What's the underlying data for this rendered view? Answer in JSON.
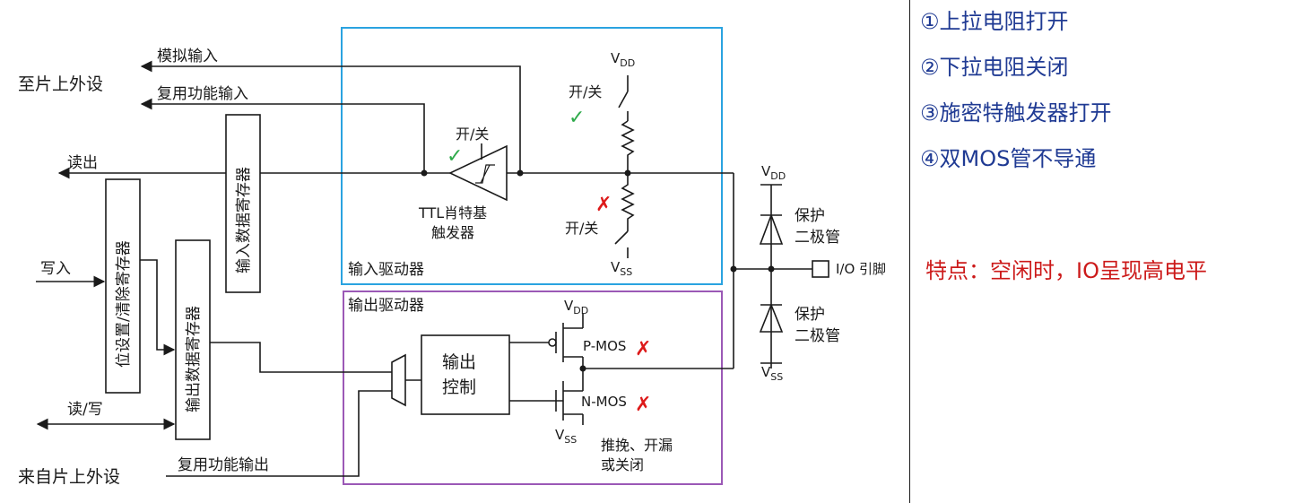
{
  "left_labels": {
    "to_peripheral": "至片上外设",
    "from_peripheral": "来自片上外设",
    "analog_in": "模拟输入",
    "af_in": "复用功能输入",
    "read": "读出",
    "write": "写入",
    "read_write": "读/写",
    "af_out": "复用功能输出"
  },
  "registers": {
    "input_data": "输入数据寄存器",
    "bit_set_reset": "位设置/清除寄存器",
    "output_data": "输出数据寄存器"
  },
  "input_driver": {
    "title": "输入驱动器",
    "schmitt_line1": "TTL肖特基",
    "schmitt_line2": "触发器",
    "switch_label": "开/关",
    "pullup_switch": "开/关",
    "pulldown_switch": "开/关",
    "vdd": "V",
    "vdd_sub": "DD",
    "vss": "V",
    "vss_sub": "SS"
  },
  "output_driver": {
    "title": "输出驱动器",
    "ctrl_line1": "输出",
    "ctrl_line2": "控制",
    "pmos": "P-MOS",
    "nmos": "N-MOS",
    "mode_line1": "推挽、开漏",
    "mode_line2": "或关闭",
    "vdd": "V",
    "vdd_sub": "DD",
    "vss": "V",
    "vss_sub": "SS"
  },
  "protection": {
    "diode_top_line1": "保护",
    "diode_top_line2": "二极管",
    "diode_bot_line1": "保护",
    "diode_bot_line2": "二极管",
    "vdd": "V",
    "vdd_sub": "DD",
    "vss": "V",
    "vss_sub": "SS",
    "pin_label": "I/O 引脚"
  },
  "marks": {
    "check": "✓",
    "cross": "✗"
  },
  "notes": [
    "①上拉电阻打开",
    "②下拉电阻关闭",
    "③施密特触发器打开",
    "④双MOS管不导通"
  ],
  "feature": "特点：空闲时，IO呈现高电平",
  "colors": {
    "input_box": "#2aa3e0",
    "output_box": "#9b59b6",
    "check": "#2eaa4a",
    "cross": "#dd1a1a",
    "notes": "#1f3a93",
    "feature": "#cc1a1a"
  }
}
